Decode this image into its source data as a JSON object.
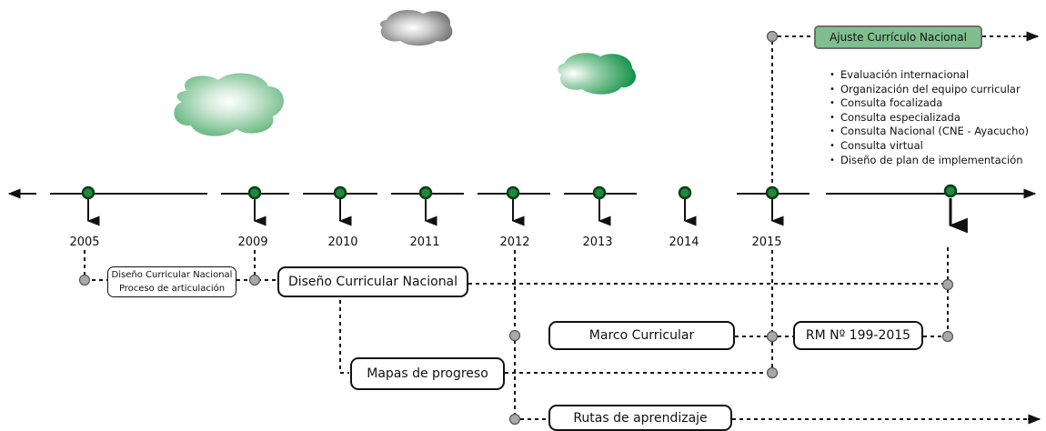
{
  "years": [
    "2005",
    "2009",
    "2010",
    "2011",
    "2012",
    "2013",
    "2014",
    "2015"
  ],
  "boxes": {
    "dcn_small_line1": "Diseño Curricular Nacional",
    "dcn_small_line2": "Proceso de articulación",
    "dcn": "Diseño Curricular Nacional",
    "marco": "Marco Curricular",
    "rm": "RM Nº 199-2015",
    "mapas": "Mapas de progreso",
    "rutas": "Rutas de aprendizaje",
    "ajuste": "Ajuste Currículo Nacional"
  },
  "bullets": [
    "Evaluación internacional",
    "Organización del equipo curricular",
    "Consulta focalizada",
    "Consulta especializada",
    "Consulta Nacional (CNE - Ayacucho)",
    "Consulta virtual",
    "Diseño de plan de implementación"
  ],
  "colors": {
    "milestone": "#1e8a3c",
    "cloud_green": "#7dc194",
    "cloud_gray": "#8a8a8a",
    "ajuste_fill": "#7fbf8f",
    "node_gray": "#a9a9a9"
  }
}
